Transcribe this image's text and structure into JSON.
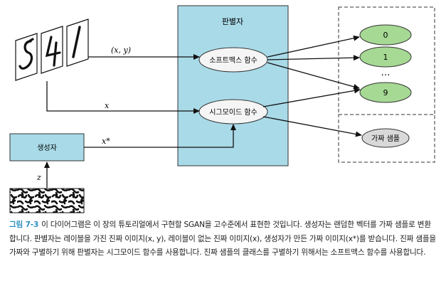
{
  "discriminator": {
    "title": "판별자"
  },
  "generator": {
    "label": "생성자"
  },
  "softmax_label": "소프트맥스 함수",
  "sigmoid_label": "시그모이드 함수",
  "classes": [
    "0",
    "1",
    "…",
    "9"
  ],
  "fake_label": "가짜 샘플",
  "edge_labels": {
    "labeled": "(x, y)",
    "unlabeled": "x",
    "fake": "x*",
    "noise": "z"
  },
  "digits_glyphs": "5 4 1",
  "caption": {
    "label": "그림 7-3",
    "text": "이 다이어그램은 이 장의 튜토리얼에서 구현할 SGAN을 고수준에서 표현한 것입니다. 생성자는 랜덤한 벡터를 가짜 샘플로 변환합니다. 판별자는 레이블을 가진 진짜 이미지(x, y), 레이블이 없는 진짜 이미지(x), 생성자가 만든 가짜 이미지(x*)를 받습니다. 진짜 샘플을 가짜와 구별하기 위해 판별자는 시그모이드 함수를 사용합니다. 진짜 샘플의 클래스를 구별하기 위해서는 소프트맥스 함수를 사용합니다."
  },
  "colors": {
    "box_fill": "#a9dae8",
    "node_fill": "#f5f5f5",
    "class_fill": "#a6d994",
    "fake_node_fill": "#d9d9d9",
    "accent": "#2e8fbf"
  }
}
